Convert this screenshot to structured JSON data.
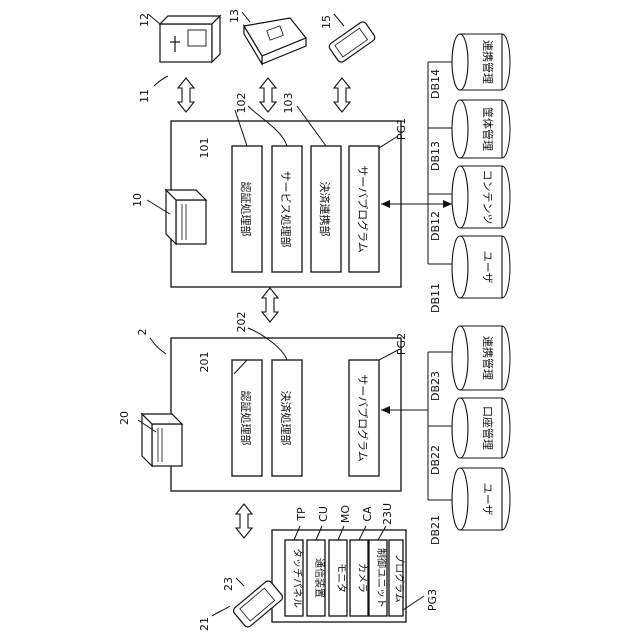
{
  "system1": {
    "group_label": "11",
    "server_label": "10",
    "terminal_kiosk_label": "12",
    "terminal_register_label": "13",
    "terminal_phone_label": "15",
    "program_label": "PG1",
    "units": [
      {
        "label": "101",
        "text": "認証処理部"
      },
      {
        "label": "102",
        "text": "サービス処理部"
      },
      {
        "label": "103",
        "text": "決済連携部"
      },
      {
        "label": "",
        "text": "サーバプログラム"
      }
    ],
    "databases": [
      {
        "name": "DB11",
        "text": "ユーザ"
      },
      {
        "name": "DB12",
        "text": "コンテンツ"
      },
      {
        "name": "DB13",
        "text": "筐体管理"
      },
      {
        "name": "DB14",
        "text": "連携管理"
      }
    ]
  },
  "system2": {
    "group_label": "2",
    "server_label": "20",
    "program_label": "PG2",
    "units": [
      {
        "label": "201",
        "text": "認証処理部"
      },
      {
        "label": "202",
        "text": "決済処理部"
      },
      {
        "label": "",
        "text": "サーバプログラム"
      }
    ],
    "databases": [
      {
        "name": "DB21",
        "text": "ユーザ"
      },
      {
        "name": "DB22",
        "text": "口座管理"
      },
      {
        "name": "DB23",
        "text": "連携管理"
      }
    ]
  },
  "terminal": {
    "group_label": "21",
    "device_label": "23",
    "program_label": "PG3",
    "units": [
      {
        "label": "TP",
        "text": "タッチパネル"
      },
      {
        "label": "CU",
        "text": "通信装置"
      },
      {
        "label": "MO",
        "text": "モニタ"
      },
      {
        "label": "CA",
        "text": "カメラ"
      },
      {
        "label": "23U",
        "text": "制御ユニット"
      },
      {
        "label": "",
        "text": "プログラム"
      }
    ]
  }
}
